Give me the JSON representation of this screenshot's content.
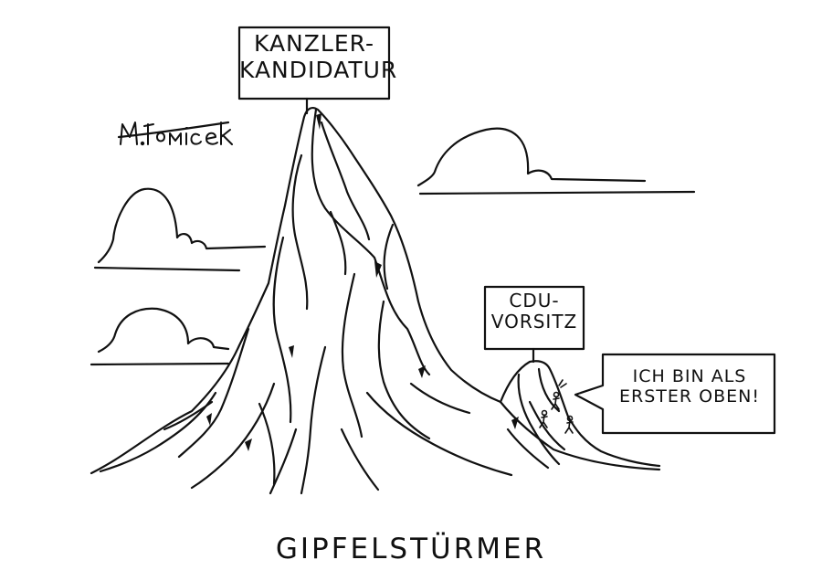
{
  "signs": {
    "kanzler": {
      "line1": "KANZLER-",
      "line2": "KANDIDATUR"
    },
    "cdu": {
      "line1": "CDU-",
      "line2": "VORSITZ"
    }
  },
  "speech_bubble": {
    "line1": "ICH BIN ALS",
    "line2": "ERSTER OBEN!"
  },
  "title": "GIPFELSTÜRMER",
  "signature": "M.Tomicek"
}
